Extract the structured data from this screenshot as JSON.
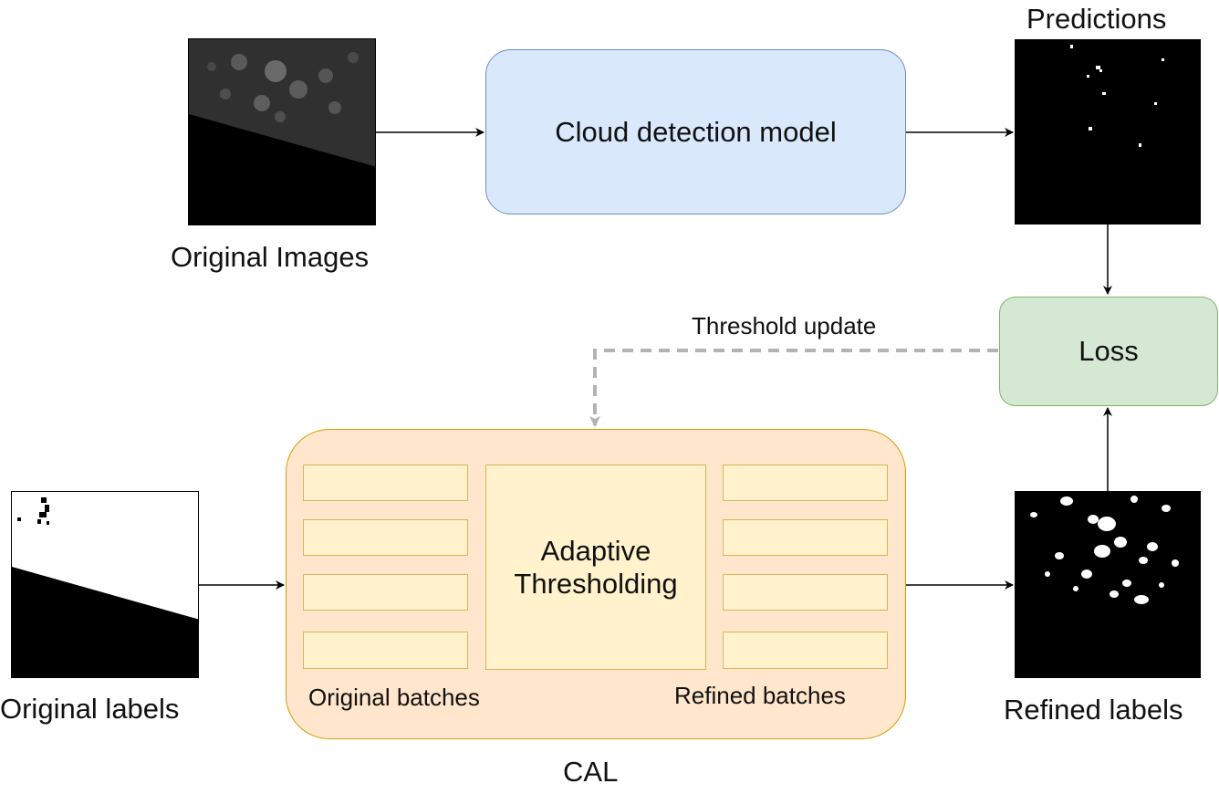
{
  "inputs": {
    "original_images_label": "Original Images",
    "original_labels_label": "Original labels"
  },
  "model": {
    "label": "Cloud detection model",
    "fill": "#dae8fc",
    "stroke": "#6c8ebf"
  },
  "outputs": {
    "predictions_label": "Predictions",
    "refined_labels_label": "Refined labels"
  },
  "loss": {
    "label": "Loss",
    "fill": "#d5e8d4",
    "stroke": "#82b366"
  },
  "feedback": {
    "label": "Threshold update",
    "color": "#b3b3b3"
  },
  "cal": {
    "container_label": "CAL",
    "fill": "#ffe6cc",
    "stroke": "#d79b00",
    "center_label_line1": "Adaptive",
    "center_label_line2": "Thresholding",
    "left_caption": "Original batches",
    "right_caption": "Refined batches",
    "slot_fill": "#fff2cc",
    "slot_stroke": "#d6b656"
  }
}
